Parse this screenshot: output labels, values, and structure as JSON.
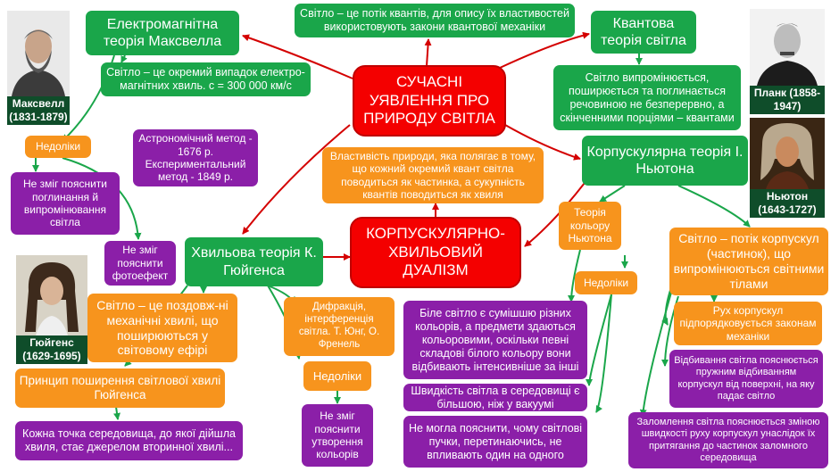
{
  "center": {
    "modern": "СУЧАСНІ УЯВЛЕННЯ ПРО ПРИРОДУ СВІТЛА",
    "dualism": "КОРПУСКУЛЯРНО-ХВИЛЬОВИЙ ДУАЛІЗМ"
  },
  "top_note": "Світло – це потік квантів, для опису їх властивостей використовують закони квантової механіки",
  "dualism_definition": "Властивість природи, яка полягає в тому, що кожний окремий квант світла поводиться як частинка, а сукупність квантів поводиться як хвиля",
  "maxwell": {
    "theory": "Електромагнітна теорія Максвелла",
    "statement": "Світло – це окремий випадок електро-магнітних хвиль. c = 300 000 км/с",
    "portrait_caption": "Максвелл (1831-1879)",
    "drawbacks_label": "Недоліки",
    "drawback_1": "Не зміг пояснити поглинання й випромінювання світла",
    "drawback_2": "Не зміг пояснити фотоефект"
  },
  "measurement": "Астрономічний метод - 1676 р. Експериментальний метод - 1849 р.",
  "quantum": {
    "theory": "Квантова теорія світла",
    "statement": "Світло випромінюється, поширюється та поглинається речовиною не безперервно, а скінченними порціями – квантами",
    "portrait_caption": "Планк (1858-1947)"
  },
  "newton": {
    "theory": "Корпускулярна теорія І. Ньютона",
    "portrait_caption": "Ньютон (1643-1727)",
    "color_theory": "Теорія кольору Ньютона",
    "drawbacks_label": "Недоліки",
    "statement": "Світло – потік корпускул (частинок), що випромінюються світними тілами",
    "mechanics": "Рух корпускул підпорядковується законам механіки",
    "reflection": "Відбивання світла пояснюється пружним відбиванням корпускул від поверхні, на яку падає світло",
    "refraction": "Заломлення світла пояснюється зміною швидкості руху корпускул унаслідок їх притягання до частинок заломного середовища",
    "white_light": "Біле світло є сумішшю різних кольорів, а предмети здаються кольоровими, оскільки певні складові білого кольору вони відбивають інтенсивніше за інші",
    "drawback_speed": "Швидкість світла в середовищі є більшою, ніж у вакуумі",
    "drawback_beams": "Не могла пояснити, чому світлові пучки, перетинаючись, не впливають один на одного"
  },
  "huygens": {
    "theory": "Хвильова теорія К. Гюйгенса",
    "portrait_caption": "Гюйгенс (1629-1695)",
    "statement": "Світло – це поздовж-ні механічні хвилі, що поширюються у світовому ефірі",
    "principle": "Принцип поширення світлової хвилі Гюйгенса",
    "principle_text": "Кожна точка середовища, до якої дійшла хвиля, стає джерелом вторинної хвилі...",
    "diffraction": "Дифракція, інтерференція світла. Т. Юнг, О. Френель",
    "drawbacks_label": "Недоліки",
    "drawback": "Не зміг пояснити утворення кольорів"
  },
  "colors": {
    "green": "#1aa64a",
    "orange": "#f7941d",
    "purple": "#8b1fa8",
    "red": "#f40000"
  }
}
